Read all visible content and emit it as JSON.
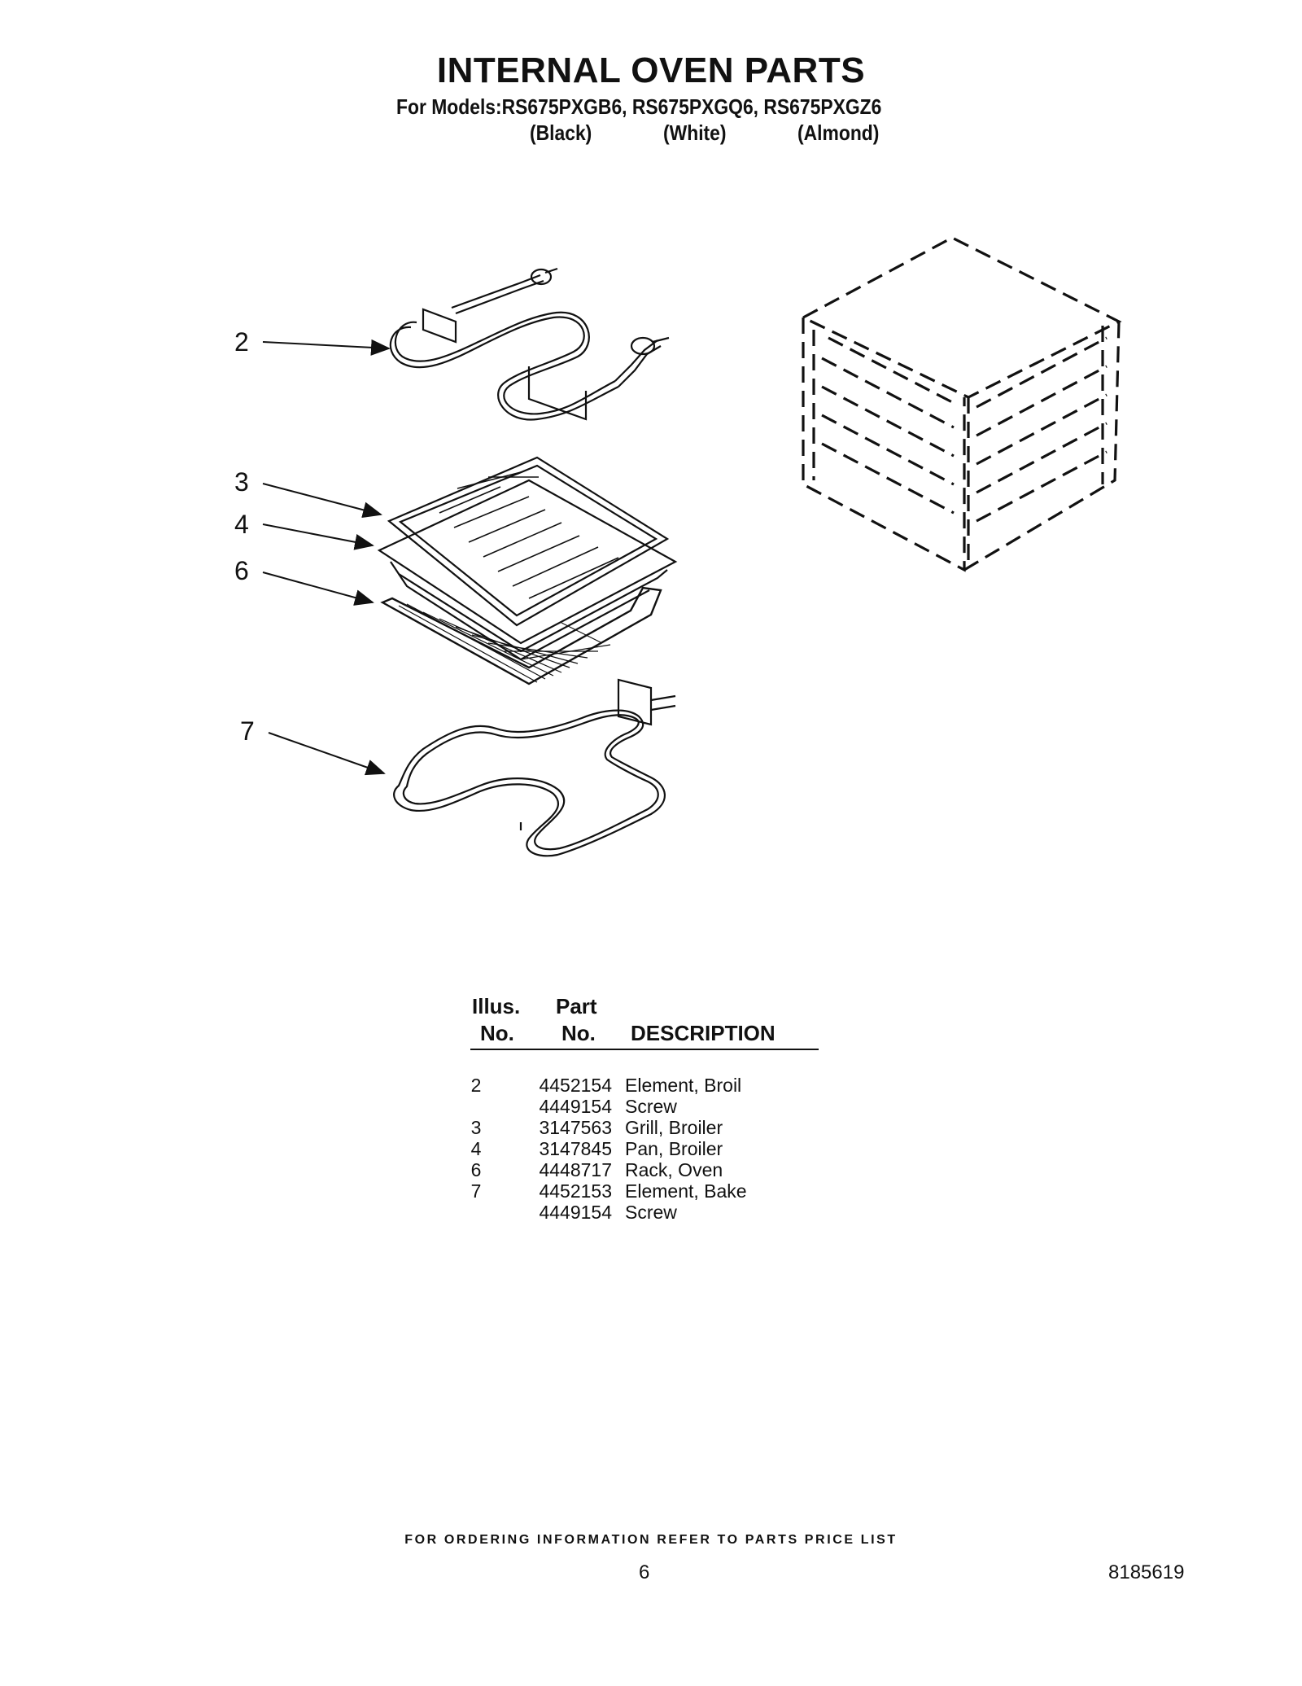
{
  "header": {
    "title": "INTERNAL OVEN PARTS",
    "models": "For Models:RS675PXGB6, RS675PXGQ6, RS675PXGZ6",
    "colors": [
      "(Black)",
      "(White)",
      "(Almond)"
    ]
  },
  "callouts": [
    "2",
    "3",
    "4",
    "6",
    "7"
  ],
  "table": {
    "headers": {
      "illus_line1": "Illus.",
      "illus_line2": "No.",
      "part_line1": "Part",
      "part_line2": "No.",
      "description": "DESCRIPTION"
    },
    "rows": [
      {
        "illus": "2",
        "part": "4452154",
        "description": "Element, Broil"
      },
      {
        "illus": "",
        "part": "4449154",
        "description": "Screw"
      },
      {
        "illus": "3",
        "part": "3147563",
        "description": "Grill, Broiler"
      },
      {
        "illus": "4",
        "part": "3147845",
        "description": "Pan, Broiler"
      },
      {
        "illus": "6",
        "part": "4448717",
        "description": "Rack, Oven"
      },
      {
        "illus": "7",
        "part": "4452153",
        "description": "Element, Bake"
      },
      {
        "illus": "",
        "part": "4449154",
        "description": "Screw"
      }
    ]
  },
  "footer": {
    "ordering_note": "FOR ORDERING INFORMATION REFER TO PARTS PRICE LIST",
    "page_number": "6",
    "document_number": "8185619"
  }
}
